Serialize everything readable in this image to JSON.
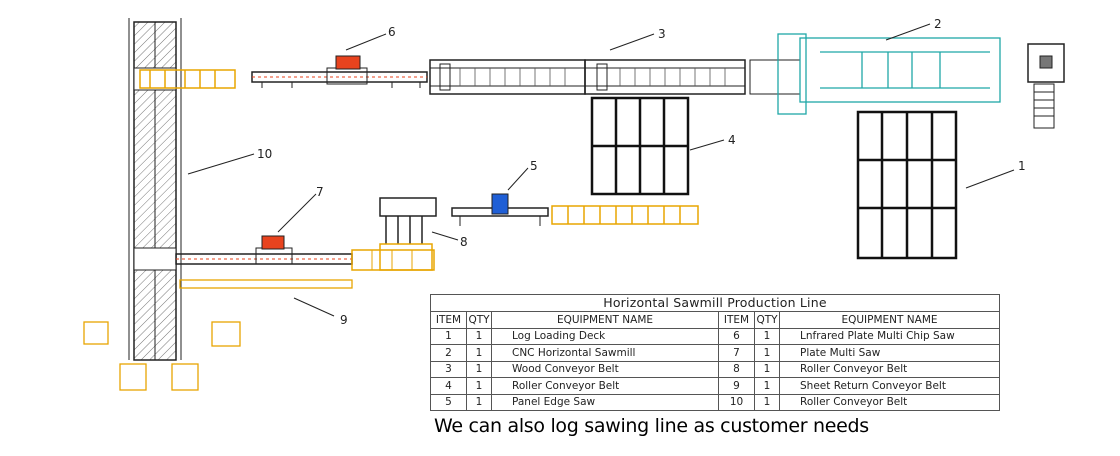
{
  "callouts": [
    {
      "n": "1"
    },
    {
      "n": "2"
    },
    {
      "n": "3"
    },
    {
      "n": "4"
    },
    {
      "n": "5"
    },
    {
      "n": "6"
    },
    {
      "n": "7"
    },
    {
      "n": "8"
    },
    {
      "n": "9"
    },
    {
      "n": "10"
    }
  ],
  "table": {
    "title": "Horizontal Sawmill Production Line",
    "headers": [
      "ITEM",
      "QTY",
      "EQUIPMENT NAME",
      "ITEM",
      "QTY",
      "EQUIPMENT NAME"
    ],
    "rows": [
      {
        "l_item": "1",
        "l_qty": "1",
        "l_name": "Log Loading Deck",
        "r_item": "6",
        "r_qty": "1",
        "r_name": "Lnfrared Plate Multi Chip Saw"
      },
      {
        "l_item": "2",
        "l_qty": "1",
        "l_name": "CNC Horizontal Sawmill",
        "r_item": "7",
        "r_qty": "1",
        "r_name": "Plate Multi Saw"
      },
      {
        "l_item": "3",
        "l_qty": "1",
        "l_name": "Wood Conveyor Belt",
        "r_item": "8",
        "r_qty": "1",
        "r_name": "Roller Conveyor Belt"
      },
      {
        "l_item": "4",
        "l_qty": "1",
        "l_name": "Roller Conveyor Belt",
        "r_item": "9",
        "r_qty": "1",
        "r_name": "Sheet Return Conveyor Belt"
      },
      {
        "l_item": "5",
        "l_qty": "1",
        "l_name": "Panel Edge Saw",
        "r_item": "10",
        "r_qty": "1",
        "r_name": "Roller Conveyor Belt"
      }
    ]
  },
  "note": "We can also log sawing line as customer needs",
  "colors": {
    "line": "#111111",
    "accent_orange": "#e8a500",
    "accent_red": "#e8431e",
    "accent_teal": "#1fa7a7",
    "accent_blue": "#1f5fd6"
  }
}
